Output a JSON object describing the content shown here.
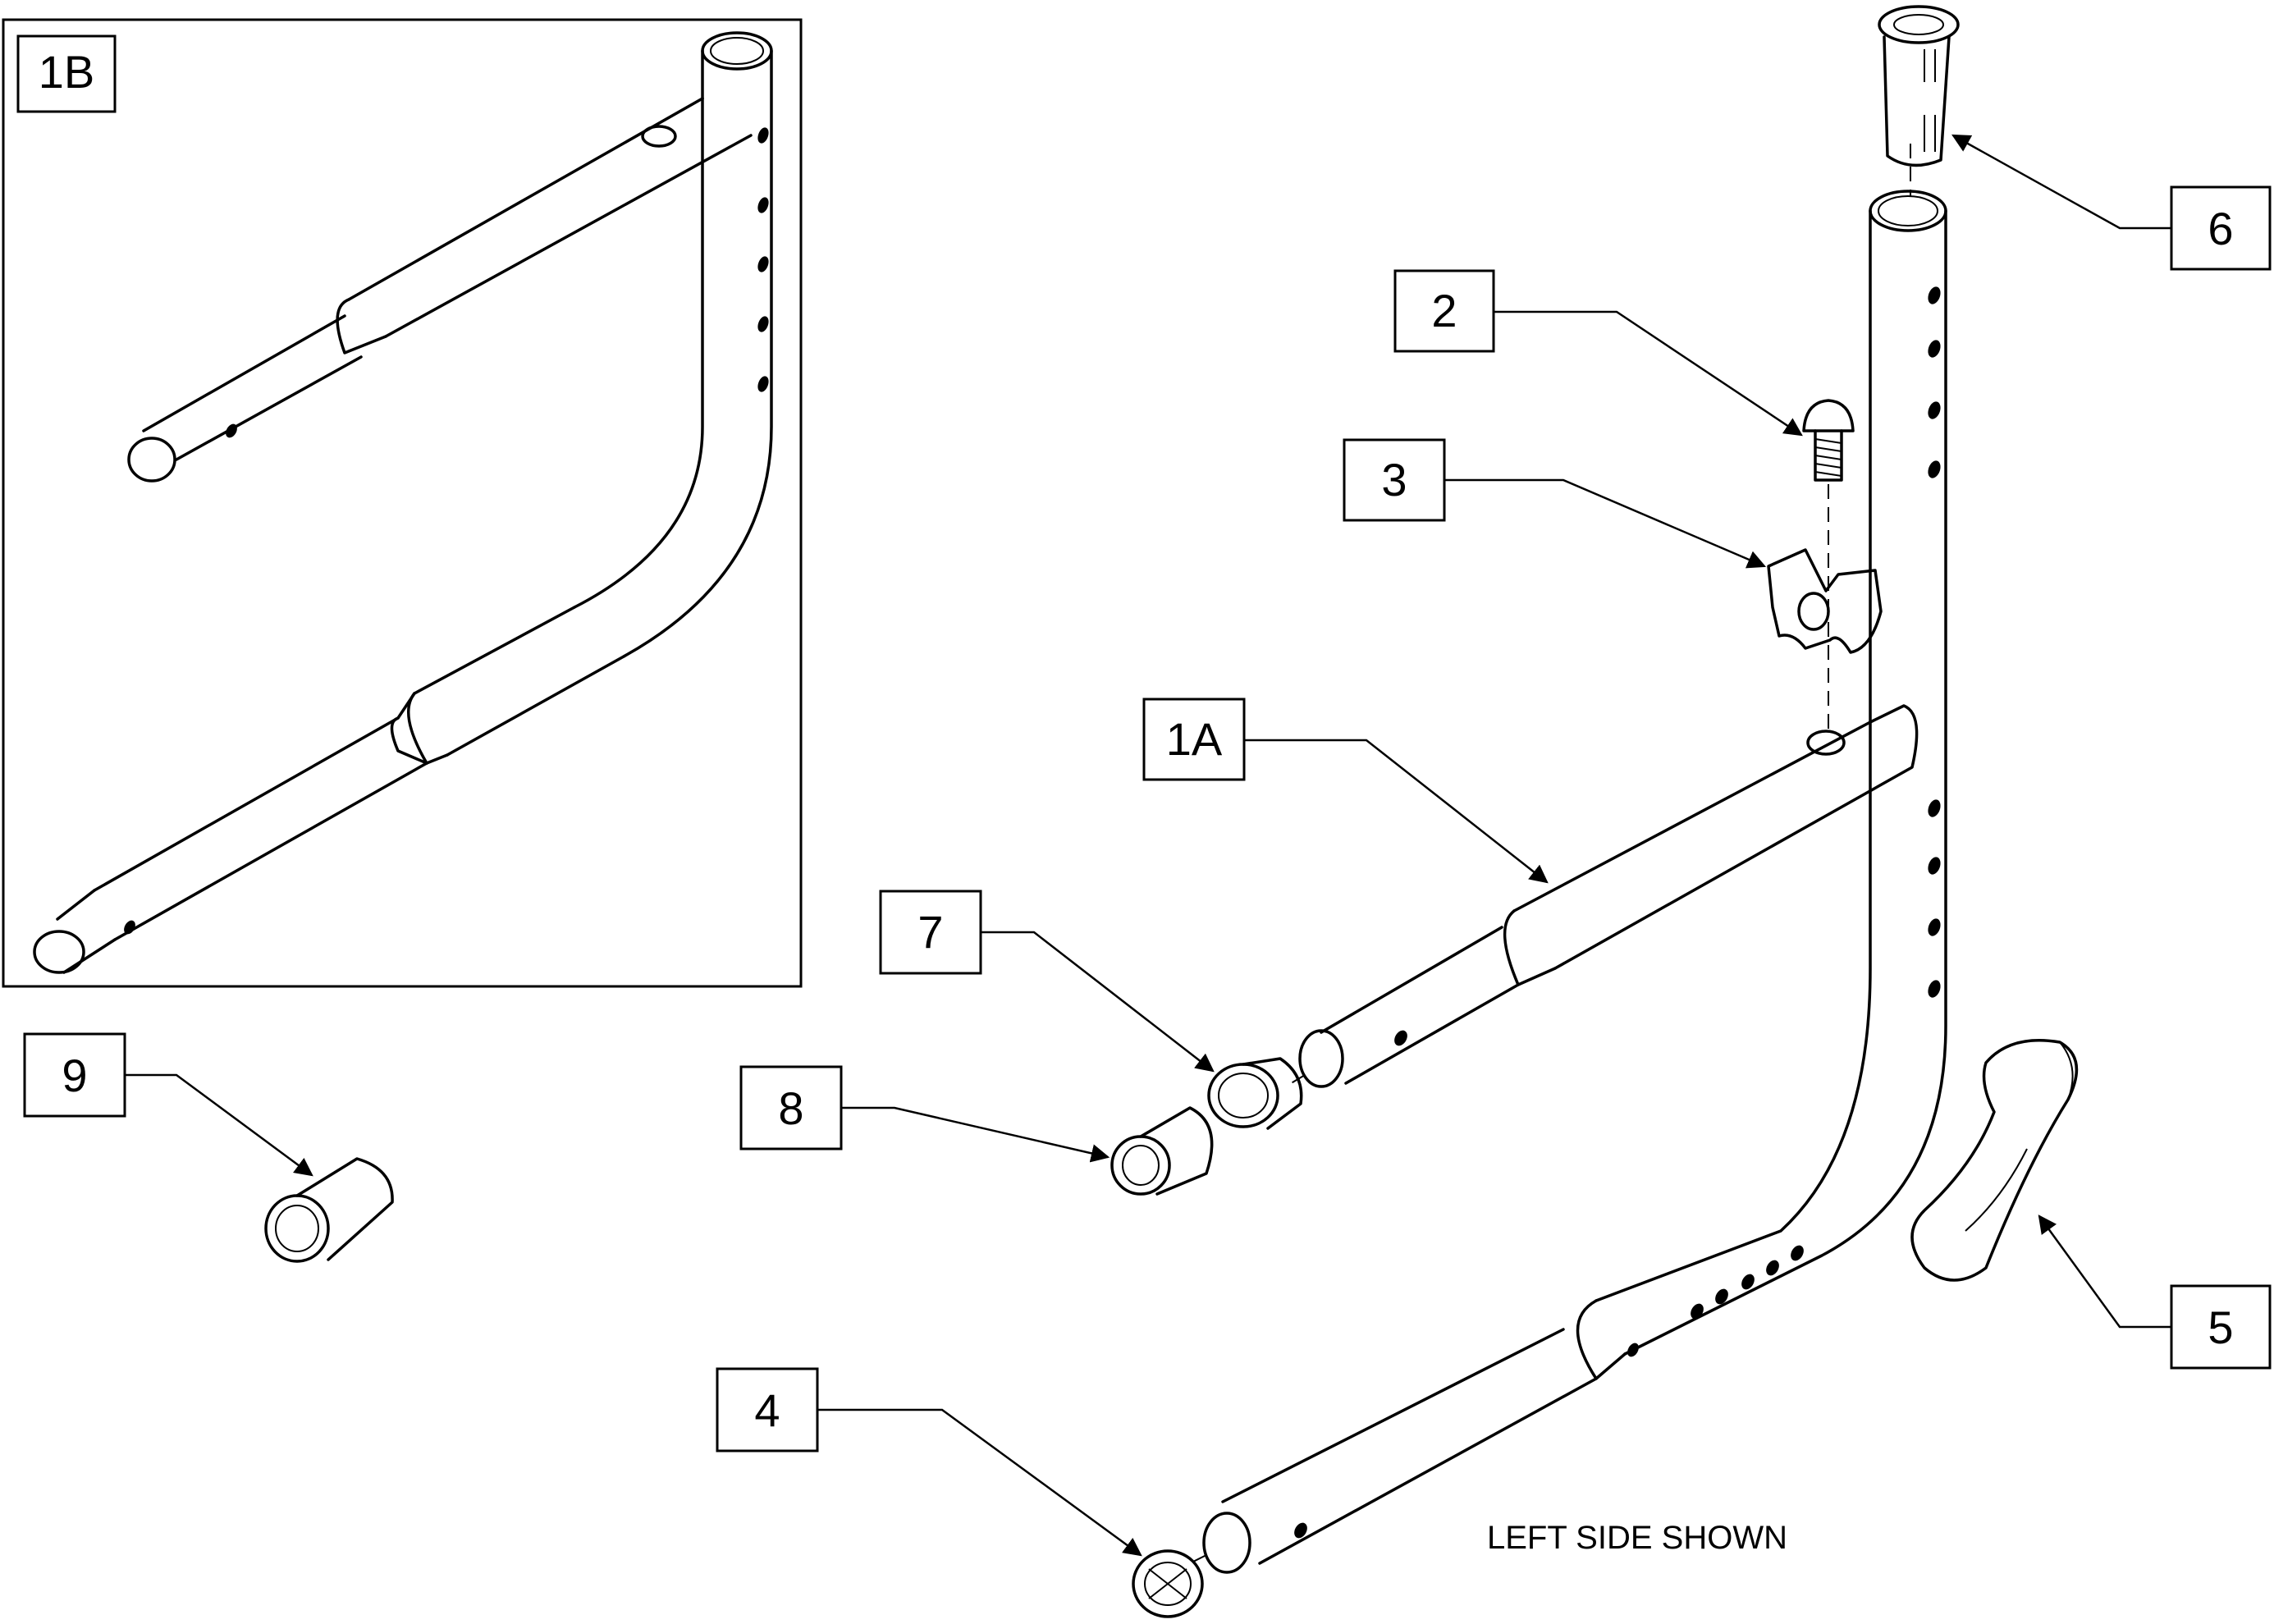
{
  "callouts": {
    "c1b": "1B",
    "c1a": "1A",
    "c2": "2",
    "c3": "3",
    "c4": "4",
    "c5": "5",
    "c6": "6",
    "c7": "7",
    "c8": "8",
    "c9": "9"
  },
  "note": "LEFT SIDE SHOWN"
}
